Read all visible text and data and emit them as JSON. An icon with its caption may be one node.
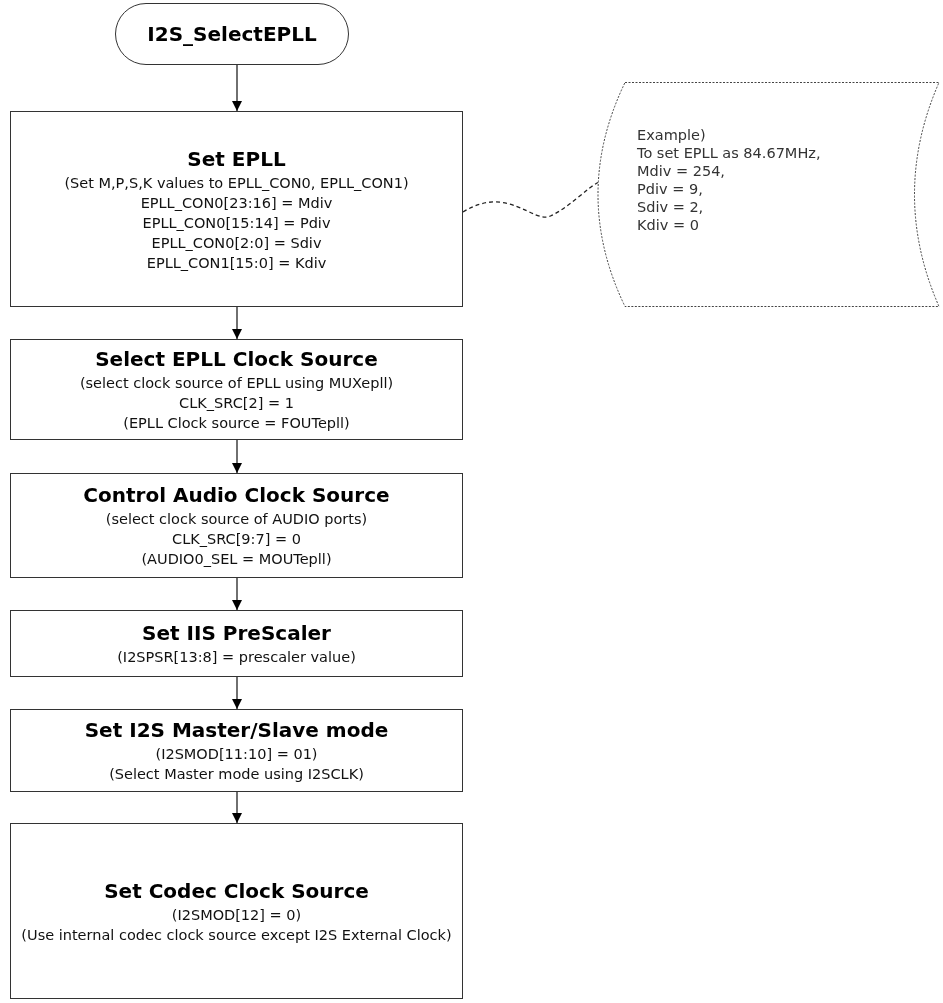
{
  "diagram": {
    "nodes": [
      {
        "text": [
          "I2S_SelectEPLL"
        ]
      },
      {
        "text": [
          "Set EPLL",
          "(Set M,P,S,K values to EPLL_CON0, EPLL_CON1)",
          "EPLL_CON0[23:16] = Mdiv",
          "EPLL_CON0[15:14] = Pdiv",
          "EPLL_CON0[2:0] = Sdiv",
          "EPLL_CON1[15:0] = Kdiv"
        ]
      },
      {
        "text": [
          "Example)",
          "To set EPLL as 84.67MHz,",
          "Mdiv = 254,",
          "Pdiv = 9,",
          "Sdiv = 2,",
          "Kdiv = 0"
        ]
      },
      {
        "text": [
          "Select EPLL Clock Source",
          "(select clock source of EPLL using MUXepll)",
          "CLK_SRC[2] = 1",
          "(EPLL Clock source = FOUTepll)"
        ]
      },
      {
        "text": [
          "Control Audio Clock Source",
          "(select clock source of AUDIO ports)",
          "CLK_SRC[9:7] = 0",
          "(AUDIO0_SEL = MOUTepll)"
        ]
      },
      {
        "text": [
          "Set IIS PreScaler",
          "(I2SPSR[13:8] = prescaler value)"
        ]
      },
      {
        "text": [
          "Set I2S Master/Slave mode",
          "(I2SMOD[11:10] = 01)",
          "(Select Master mode using I2SCLK)"
        ]
      },
      {
        "text": [
          "Set Codec Clock Source",
          "(I2SMOD[12] = 0)",
          "(Use internal codec clock source except I2S External Clock)"
        ]
      }
    ],
    "edges": [
      {
        "from": 0,
        "to": 1,
        "arrow": "to"
      },
      {
        "from": 1,
        "to": 2,
        "arrow": "none",
        "style": "dashed"
      },
      {
        "from": 1,
        "to": 3,
        "arrow": "to"
      },
      {
        "from": 3,
        "to": 4,
        "arrow": "to"
      },
      {
        "from": 4,
        "to": 5,
        "arrow": "to"
      },
      {
        "from": 5,
        "to": 6,
        "arrow": "to"
      },
      {
        "from": 6,
        "to": 7,
        "arrow": "to"
      }
    ]
  }
}
